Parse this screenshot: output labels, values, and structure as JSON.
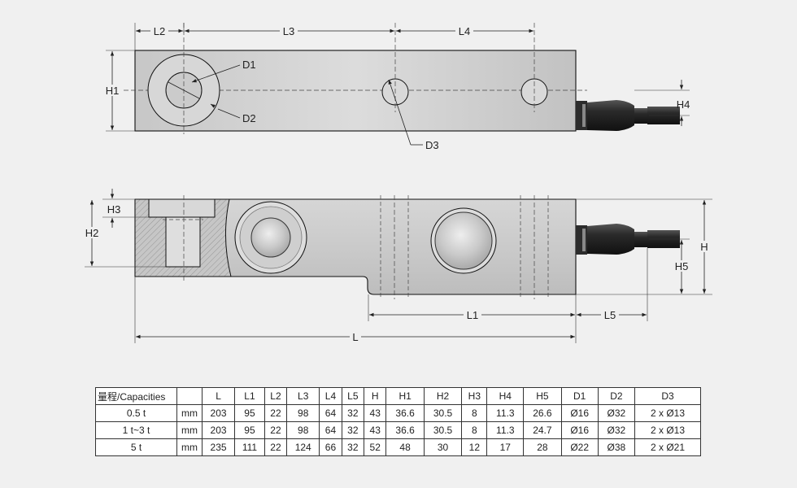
{
  "labels": {
    "L": "L",
    "L1": "L1",
    "L2": "L2",
    "L3": "L3",
    "L4": "L4",
    "L5": "L5",
    "H": "H",
    "H1": "H1",
    "H2": "H2",
    "H3": "H3",
    "H4": "H4",
    "H5": "H5",
    "D1": "D1",
    "D2": "D2",
    "D3": "D3"
  },
  "table": {
    "headers": [
      "量程/Capacities",
      "",
      "L",
      "L1",
      "L2",
      "L3",
      "L4",
      "L5",
      "H",
      "H1",
      "H2",
      "H3",
      "H4",
      "H5",
      "D1",
      "D2",
      "D3"
    ],
    "rows": [
      [
        "0.5 t",
        "mm",
        "203",
        "95",
        "22",
        "98",
        "64",
        "32",
        "43",
        "36.6",
        "30.5",
        "8",
        "11.3",
        "26.6",
        "Ø16",
        "Ø32",
        "2 x Ø13"
      ],
      [
        "1 t~3 t",
        "mm",
        "203",
        "95",
        "22",
        "98",
        "64",
        "32",
        "43",
        "36.6",
        "30.5",
        "8",
        "11.3",
        "24.7",
        "Ø16",
        "Ø32",
        "2 x Ø13"
      ],
      [
        "5 t",
        "mm",
        "235",
        "111",
        "22",
        "124",
        "66",
        "32",
        "52",
        "48",
        "30",
        "12",
        "17",
        "28",
        "Ø22",
        "Ø38",
        "2 x Ø21"
      ]
    ]
  }
}
